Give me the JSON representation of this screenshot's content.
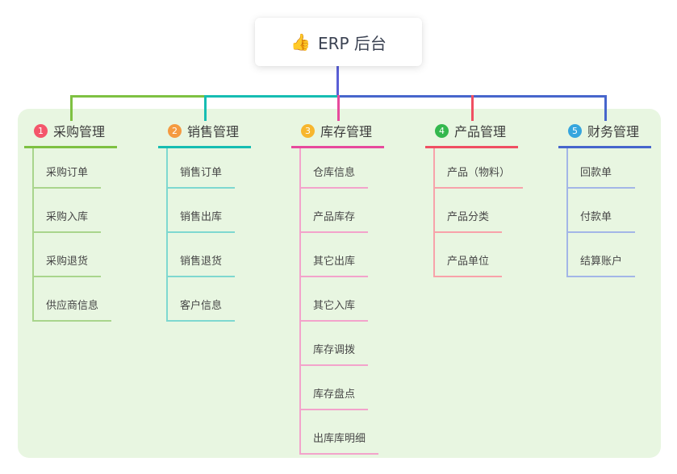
{
  "root": {
    "icon": "👍",
    "label": "ERP 后台"
  },
  "colors": {
    "canvas_bg": "#ffffff",
    "panel_bg": "#e8f6e1",
    "root_line": "#5a5fd6",
    "root_text": "#3b4252"
  },
  "branches": [
    {
      "badge": "1",
      "label": "采购管理",
      "badge_color": "#f4566b",
      "line_color": "#7ec142",
      "child_line_color": "#a9d58c",
      "children": [
        "采购订单",
        "采购入库",
        "采购退货",
        "供应商信息"
      ]
    },
    {
      "badge": "2",
      "label": "销售管理",
      "badge_color": "#f59a40",
      "line_color": "#16bdb2",
      "child_line_color": "#7ed8d0",
      "children": [
        "销售订单",
        "销售出库",
        "销售退货",
        "客户信息"
      ]
    },
    {
      "badge": "3",
      "label": "库存管理",
      "badge_color": "#f7b62e",
      "line_color": "#e74a9d",
      "child_line_color": "#f3a3cb",
      "children": [
        "仓库信息",
        "产品库存",
        "其它出库",
        "其它入库",
        "库存调拨",
        "库存盘点",
        "出库库明细"
      ]
    },
    {
      "badge": "4",
      "label": "产品管理",
      "badge_color": "#34b84e",
      "line_color": "#f04f62",
      "child_line_color": "#f8a2aa",
      "children": [
        "产品（物料）",
        "产品分类",
        "产品单位"
      ]
    },
    {
      "badge": "5",
      "label": "财务管理",
      "badge_color": "#36a6de",
      "line_color": "#4766cc",
      "child_line_color": "#a3b6e7",
      "children": [
        "回款单",
        "付款单",
        "结算账户"
      ]
    }
  ]
}
